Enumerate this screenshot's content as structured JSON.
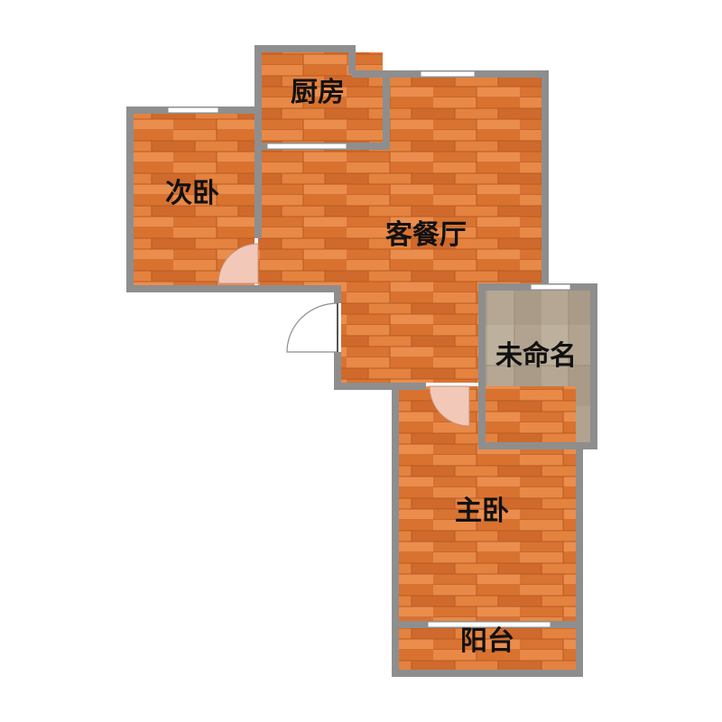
{
  "rooms": {
    "kitchen": "厨房",
    "second_bedroom": "次卧",
    "living_dining": "客餐厅",
    "unnamed": "未命名",
    "master_bedroom": "主卧",
    "balcony": "阳台"
  },
  "colors": {
    "wall": "#8e8e8e",
    "floor_wood": "#e07b3c",
    "floor_wood_alt": "#d06a2e",
    "floor_stone": "#b3a593",
    "door_swing": "#f2c9b8",
    "window": "#ffffff"
  }
}
